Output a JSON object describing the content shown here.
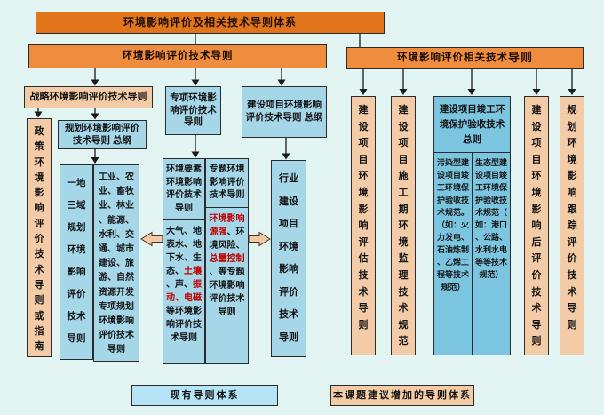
{
  "diagram": {
    "title": "环境影响评价及相关技术导则体系",
    "left": {
      "header": "环境影响评价技术导则",
      "strategic": "战略环境影响评价技术导则",
      "policy": "政策环境影响评价技术导则或指南",
      "planning_master": "规划环境影响评价技术导则 总纲",
      "regional": "一地三域规划环境影响评价技术导则",
      "industry_planning": "工业、农业、畜牧业、林业、能源、水利、交通、城市建设、旅游、自然资源开发专项规划环境影响评价技术导则",
      "special": "专项环境影响评价技术导则",
      "elements": {
        "header": "环境要素环境影响评价技术导则",
        "segments": [
          {
            "text": "大气、地表水、地下水、生态、",
            "highlight": false
          },
          {
            "text": "土壤",
            "highlight": true
          },
          {
            "text": "、声、",
            "highlight": false
          },
          {
            "text": "振动、电磁",
            "highlight": true
          },
          {
            "text": "等环境影响评价技术导则",
            "highlight": false
          }
        ]
      },
      "thematic": {
        "header": "专题环境影响评价技术导则",
        "segments": [
          {
            "text": "环境影响源强",
            "highlight": true
          },
          {
            "text": "、环境风险、",
            "highlight": false
          },
          {
            "text": "总量控制",
            "highlight": true
          },
          {
            "text": "、等专题环境影响评价技术导则",
            "highlight": false
          }
        ]
      },
      "construction_master": "建设项目环境影响评价技术导则 总纲",
      "industry_project": "行业建设项目环境影响评价技术导则"
    },
    "right": {
      "header_text": "环境影响评价相关技术",
      "header_bold": "导则",
      "col_assessment": "建设项目环境影响评估技术导则",
      "col_supervision": "建设项目施工期环境监理技术规范",
      "acceptance": {
        "header": "建设项目竣工环境保护验收技术总则",
        "pollution": "污染型建设项目竣工环境保护验收技术规范。（如：火力发电、石油炼制、乙烯工程等技术规范）",
        "ecological": "生态型建设项目竣工环境保护验收技术规范（如：港口、公路、水利水电等等技术规范）"
      },
      "col_post_eval": "建设项目环境影响后评价技术导则",
      "col_tracking": "规划环境影响跟踪评价技术导则"
    },
    "legend": {
      "existing": "现有导则体系",
      "proposed": "本课题建议增加的导则体系"
    },
    "colors": {
      "background": "#e3f5f3",
      "root_box": "#e2741c",
      "branch_header": "#f08c3e",
      "existing_blue": "#a5d7e9",
      "acceptance_blue": "#7cc5e0",
      "proposed_peach": "#f3cba7",
      "legend_blue": "#b5e4f6",
      "highlight_text": "#c00000"
    }
  }
}
